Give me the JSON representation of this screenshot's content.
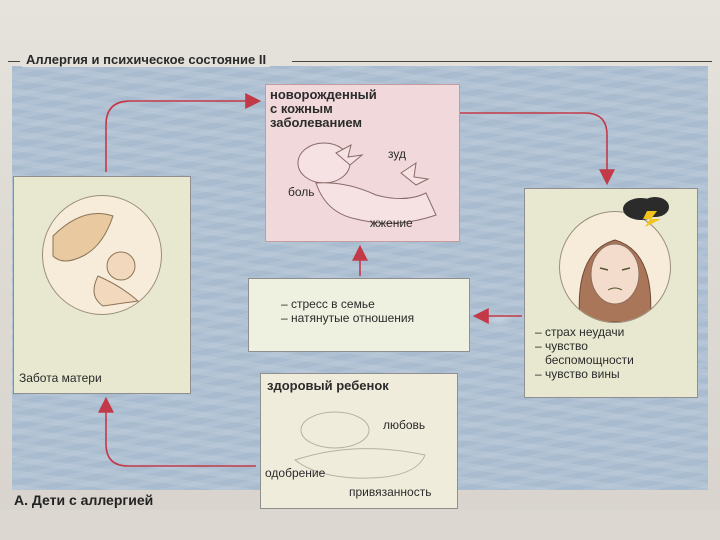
{
  "title": "Аллергия и психическое состояние II",
  "section_label": "А. Дети с аллергией",
  "mother_box": {
    "caption": "Забота матери"
  },
  "newborn_box": {
    "heading_lines": [
      "новорожденный",
      "с кожным",
      "заболеванием"
    ],
    "symptoms": {
      "itch": "зуд",
      "pain": "боль",
      "burning": "жжение"
    }
  },
  "stress_box": {
    "items": [
      "– стресс в семье",
      "– натянутые отношения"
    ]
  },
  "mother_state_box": {
    "items": [
      "– страх неудачи",
      "– чувство",
      "беспомощности",
      "– чувство вины"
    ]
  },
  "healthy_box": {
    "heading": "здоровый ребенок",
    "words": {
      "love": "любовь",
      "approval": "одобрение",
      "attachment": "привязанность"
    }
  },
  "colors": {
    "arrow": "#c23a48",
    "newborn_bg": "#f1d8da",
    "pattern_bg": "#a9bccf"
  }
}
